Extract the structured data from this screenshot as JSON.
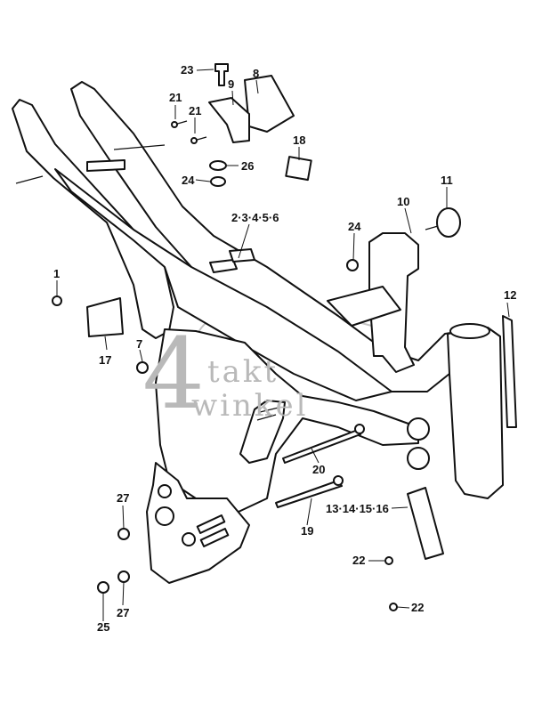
{
  "diagram": {
    "watermark": {
      "digit": "4",
      "line1": "takt",
      "line2": "winkel"
    },
    "callouts": [
      {
        "id": "c23",
        "text": "23"
      },
      {
        "id": "c8",
        "text": "8"
      },
      {
        "id": "c9",
        "text": "9"
      },
      {
        "id": "c21a",
        "text": "21"
      },
      {
        "id": "c21b",
        "text": "21"
      },
      {
        "id": "c26",
        "text": "26"
      },
      {
        "id": "c24a",
        "text": "24"
      },
      {
        "id": "c18",
        "text": "18"
      },
      {
        "id": "c11",
        "text": "11"
      },
      {
        "id": "c10",
        "text": "10"
      },
      {
        "id": "c2to6",
        "text": "2·3·4·5·6"
      },
      {
        "id": "c24b",
        "text": "24"
      },
      {
        "id": "c1",
        "text": "1"
      },
      {
        "id": "c12",
        "text": "12"
      },
      {
        "id": "c7",
        "text": "7"
      },
      {
        "id": "c17",
        "text": "17"
      },
      {
        "id": "c20",
        "text": "20"
      },
      {
        "id": "c27a",
        "text": "27"
      },
      {
        "id": "c19",
        "text": "19"
      },
      {
        "id": "c13to16",
        "text": "13·14·15·16"
      },
      {
        "id": "c22a",
        "text": "22"
      },
      {
        "id": "c27b",
        "text": "27"
      },
      {
        "id": "c25",
        "text": "25"
      },
      {
        "id": "c22b",
        "text": "22"
      }
    ]
  }
}
